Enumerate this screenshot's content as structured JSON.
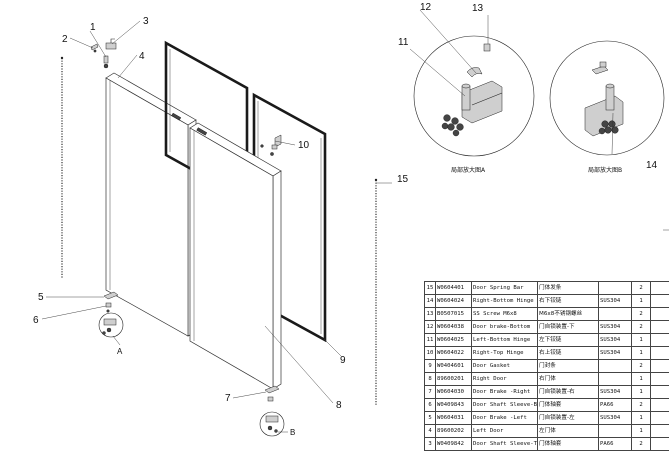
{
  "callouts": [
    "1",
    "2",
    "3",
    "4",
    "5",
    "6",
    "7",
    "8",
    "9",
    "10",
    "11",
    "12",
    "13",
    "14",
    "15"
  ],
  "view_letters": {
    "a": "A",
    "b": "B"
  },
  "detail_captions": {
    "a": "局部放大图A",
    "b": "局部放大图B"
  },
  "bom": [
    {
      "no": "15",
      "code": "W0604401",
      "name": "Door Spring Bar",
      "cn": "门体发条",
      "material": "",
      "qty": "2"
    },
    {
      "no": "14",
      "code": "W0604024",
      "name": "Right-Bottom Hinge",
      "cn": "右下铰链",
      "material": "SUS304",
      "qty": "1"
    },
    {
      "no": "13",
      "code": "B0507015",
      "name": "SS Screw M6x8",
      "cn": "M6x8不锈钢螺丝",
      "material": "",
      "qty": "2"
    },
    {
      "no": "12",
      "code": "W0604038",
      "name": "Door brake-Bottom",
      "cn": "门自锁装置-下",
      "material": "SUS304",
      "qty": "2"
    },
    {
      "no": "11",
      "code": "W0604025",
      "name": "Left-Bottom Hinge",
      "cn": "左下铰链",
      "material": "SUS304",
      "qty": "1"
    },
    {
      "no": "10",
      "code": "W0604022",
      "name": "Right-Top Hinge",
      "cn": "右上铰链",
      "material": "SUS304",
      "qty": "1"
    },
    {
      "no": "9",
      "code": "W0404601",
      "name": "Door Gasket",
      "cn": "门封条",
      "material": "",
      "qty": "2"
    },
    {
      "no": "8",
      "code": "89600201",
      "name": "Right Door",
      "cn": "右门体",
      "material": "",
      "qty": "1"
    },
    {
      "no": "7",
      "code": "W0604030",
      "name": "Door Brake -Right",
      "cn": "门自锁装置-右",
      "material": "SUS304",
      "qty": "1"
    },
    {
      "no": "6",
      "code": "W0409843",
      "name": "Door Shaft Sleeve-Bottom",
      "cn": "门体轴套",
      "material": "PA66",
      "qty": "2"
    },
    {
      "no": "5",
      "code": "W0604031",
      "name": "Door Brake -Left",
      "cn": "门自锁装置-左",
      "material": "SUS304",
      "qty": "1"
    },
    {
      "no": "4",
      "code": "89600202",
      "name": "Left Door",
      "cn": "左门体",
      "material": "",
      "qty": "1"
    },
    {
      "no": "3",
      "code": "W0409842",
      "name": "Door Shaft Sleeve-Top",
      "cn": "门体轴套",
      "material": "PA66",
      "qty": "2"
    }
  ]
}
